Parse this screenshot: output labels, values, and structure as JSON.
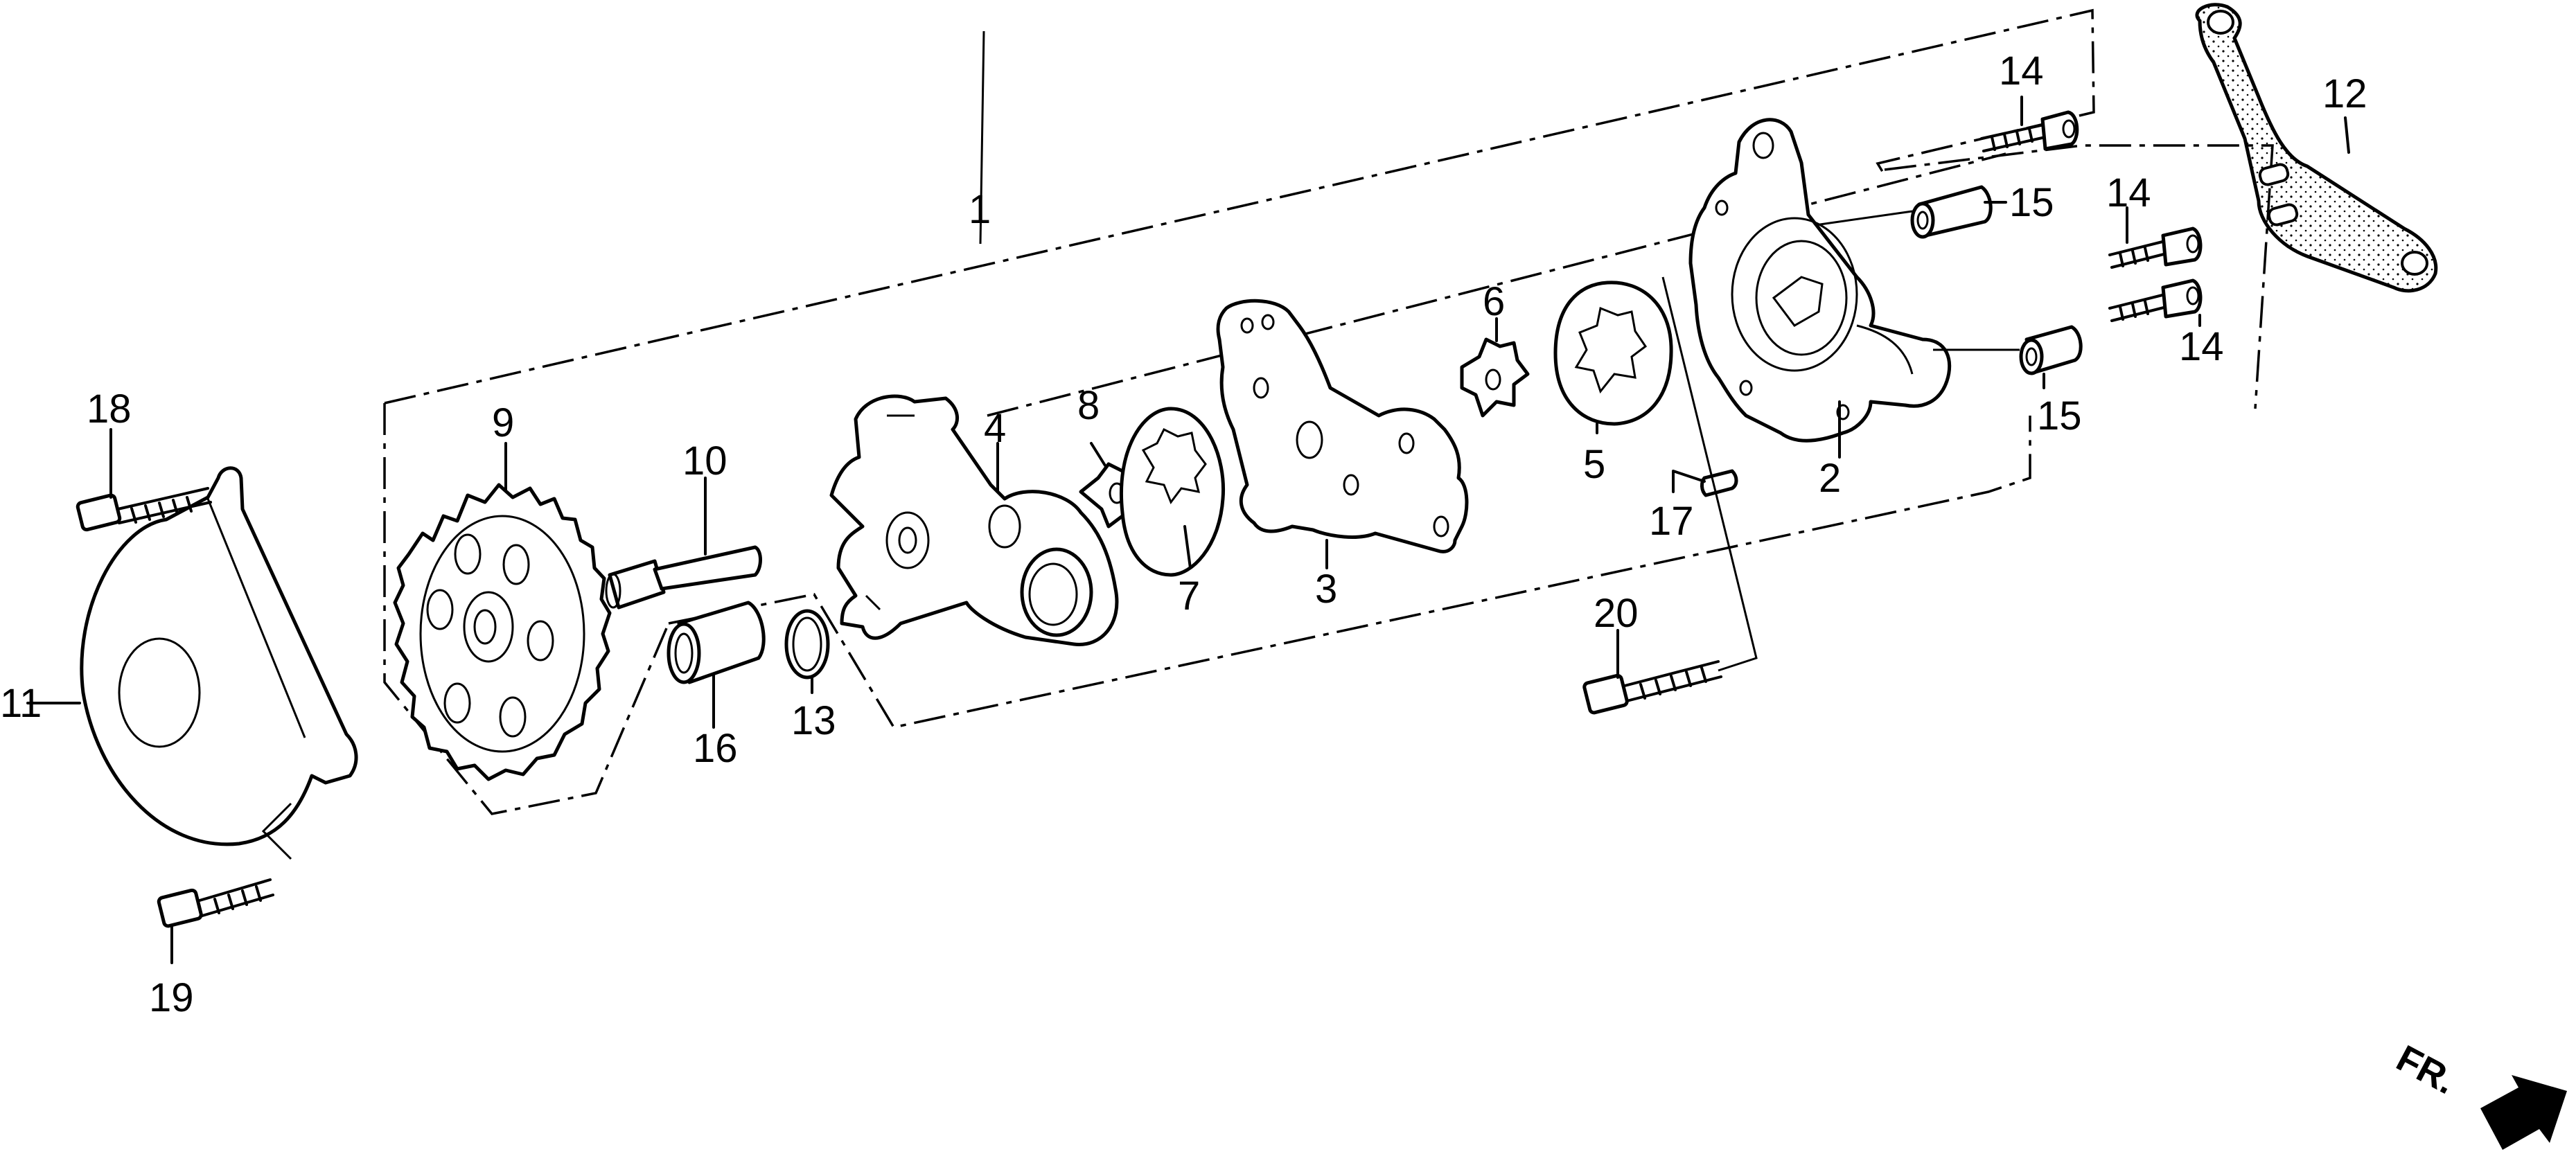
{
  "callouts": [
    {
      "id": "c1",
      "text": "1"
    },
    {
      "id": "c2",
      "text": "2"
    },
    {
      "id": "c3",
      "text": "3"
    },
    {
      "id": "c4",
      "text": "4"
    },
    {
      "id": "c5",
      "text": "5"
    },
    {
      "id": "c6",
      "text": "6"
    },
    {
      "id": "c7",
      "text": "7"
    },
    {
      "id": "c8",
      "text": "8"
    },
    {
      "id": "c9",
      "text": "9"
    },
    {
      "id": "c10",
      "text": "10"
    },
    {
      "id": "c11",
      "text": "11"
    },
    {
      "id": "c12",
      "text": "12"
    },
    {
      "id": "c13",
      "text": "13"
    },
    {
      "id": "c14a",
      "text": "14"
    },
    {
      "id": "c14b",
      "text": "14"
    },
    {
      "id": "c14c",
      "text": "14"
    },
    {
      "id": "c15a",
      "text": "15"
    },
    {
      "id": "c15b",
      "text": "15"
    },
    {
      "id": "c16",
      "text": "16"
    },
    {
      "id": "c17",
      "text": "17"
    },
    {
      "id": "c18",
      "text": "18"
    },
    {
      "id": "c19",
      "text": "19"
    },
    {
      "id": "c20",
      "text": "20"
    }
  ],
  "direction_label": "FR.",
  "icons": {
    "direction": "arrow-right-down-icon"
  }
}
